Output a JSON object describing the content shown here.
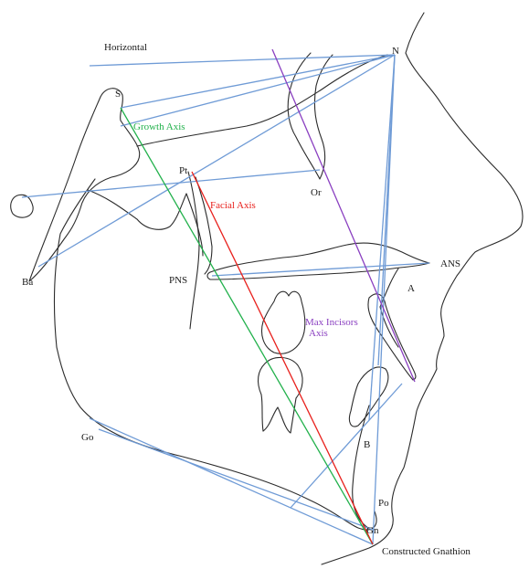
{
  "labels": {
    "horizontal": "Horizontal",
    "n": "N",
    "s": "S",
    "growth_axis": "Growth Axis",
    "pt": "Pt",
    "or": "Or",
    "facial_axis": "Facial Axis",
    "ba": "Ba",
    "pns": "PNS",
    "ans": "ANS",
    "a": "A",
    "max_incisors_axis_line1": "Max Incisors",
    "max_incisors_axis_line2": "Axis",
    "go": "Go",
    "b": "B",
    "po": "Po",
    "gn": "Gn",
    "constructed_gnathion": "Constructed Gnathion"
  },
  "colors": {
    "reference_lines": "#6f9bd6",
    "growth_axis": "#22b14c",
    "facial_axis": "#e8201c",
    "max_incisors_axis": "#8a3fc0",
    "outline": "#2b2b2b"
  }
}
